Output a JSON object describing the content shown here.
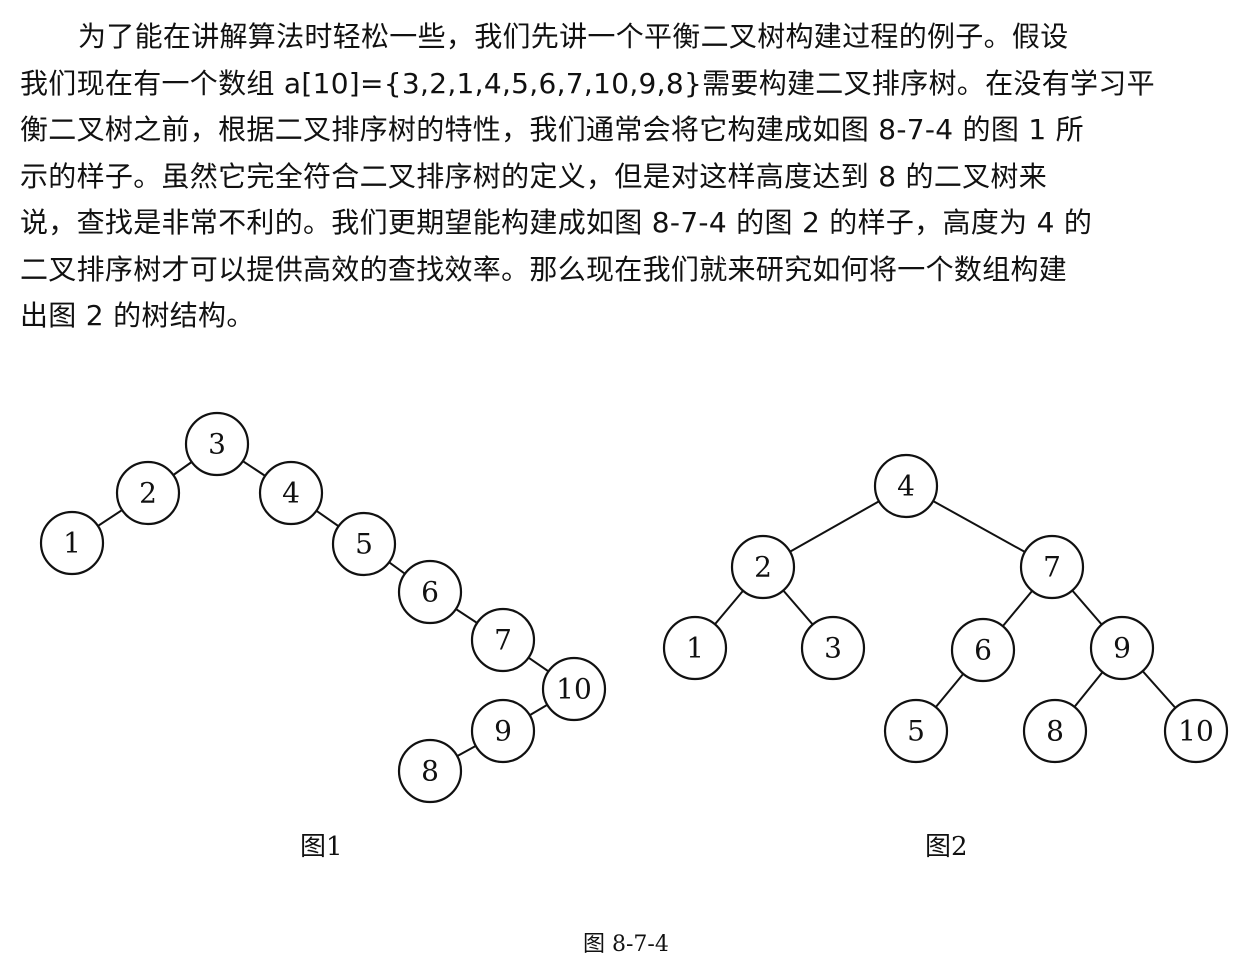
{
  "paragraph": {
    "lines": [
      "为了能在讲解算法时轻松一些，我们先讲一个平衡二叉树构建过程的例子。假设",
      "我们现在有一个数组 a[10]={3,2,1,4,5,6,7,10,9,8}需要构建二叉排序树。在没有学习平",
      "衡二叉树之前，根据二叉排序树的特性，我们通常会将它构建成如图 8-7-4 的图 1 所",
      "示的样子。虽然它完全符合二叉排序树的定义，但是对这样高度达到 8 的二叉树来",
      "说，查找是非常不利的。我们更期望能构建成如图 8-7-4 的图 2 的样子，高度为 4 的",
      "二叉排序树才可以提供高效的查找效率。那么现在我们就来研究如何将一个数组构建",
      "出图 2 的树结构。"
    ]
  },
  "figure1": {
    "caption": "图1",
    "nodes": [
      "3",
      "2",
      "1",
      "4",
      "5",
      "6",
      "7",
      "10",
      "9",
      "8"
    ],
    "edges": [
      [
        "3",
        "2"
      ],
      [
        "2",
        "1"
      ],
      [
        "3",
        "4"
      ],
      [
        "4",
        "5"
      ],
      [
        "5",
        "6"
      ],
      [
        "6",
        "7"
      ],
      [
        "7",
        "10"
      ],
      [
        "10",
        "9"
      ],
      [
        "9",
        "8"
      ]
    ]
  },
  "figure2": {
    "caption": "图2",
    "nodes": [
      "4",
      "2",
      "7",
      "1",
      "3",
      "6",
      "9",
      "5",
      "8",
      "10"
    ],
    "edges": [
      [
        "4",
        "2"
      ],
      [
        "4",
        "7"
      ],
      [
        "2",
        "1"
      ],
      [
        "2",
        "3"
      ],
      [
        "7",
        "6"
      ],
      [
        "7",
        "9"
      ],
      [
        "6",
        "5"
      ],
      [
        "9",
        "8"
      ],
      [
        "9",
        "10"
      ]
    ]
  },
  "figure_caption": "图 8-7-4"
}
